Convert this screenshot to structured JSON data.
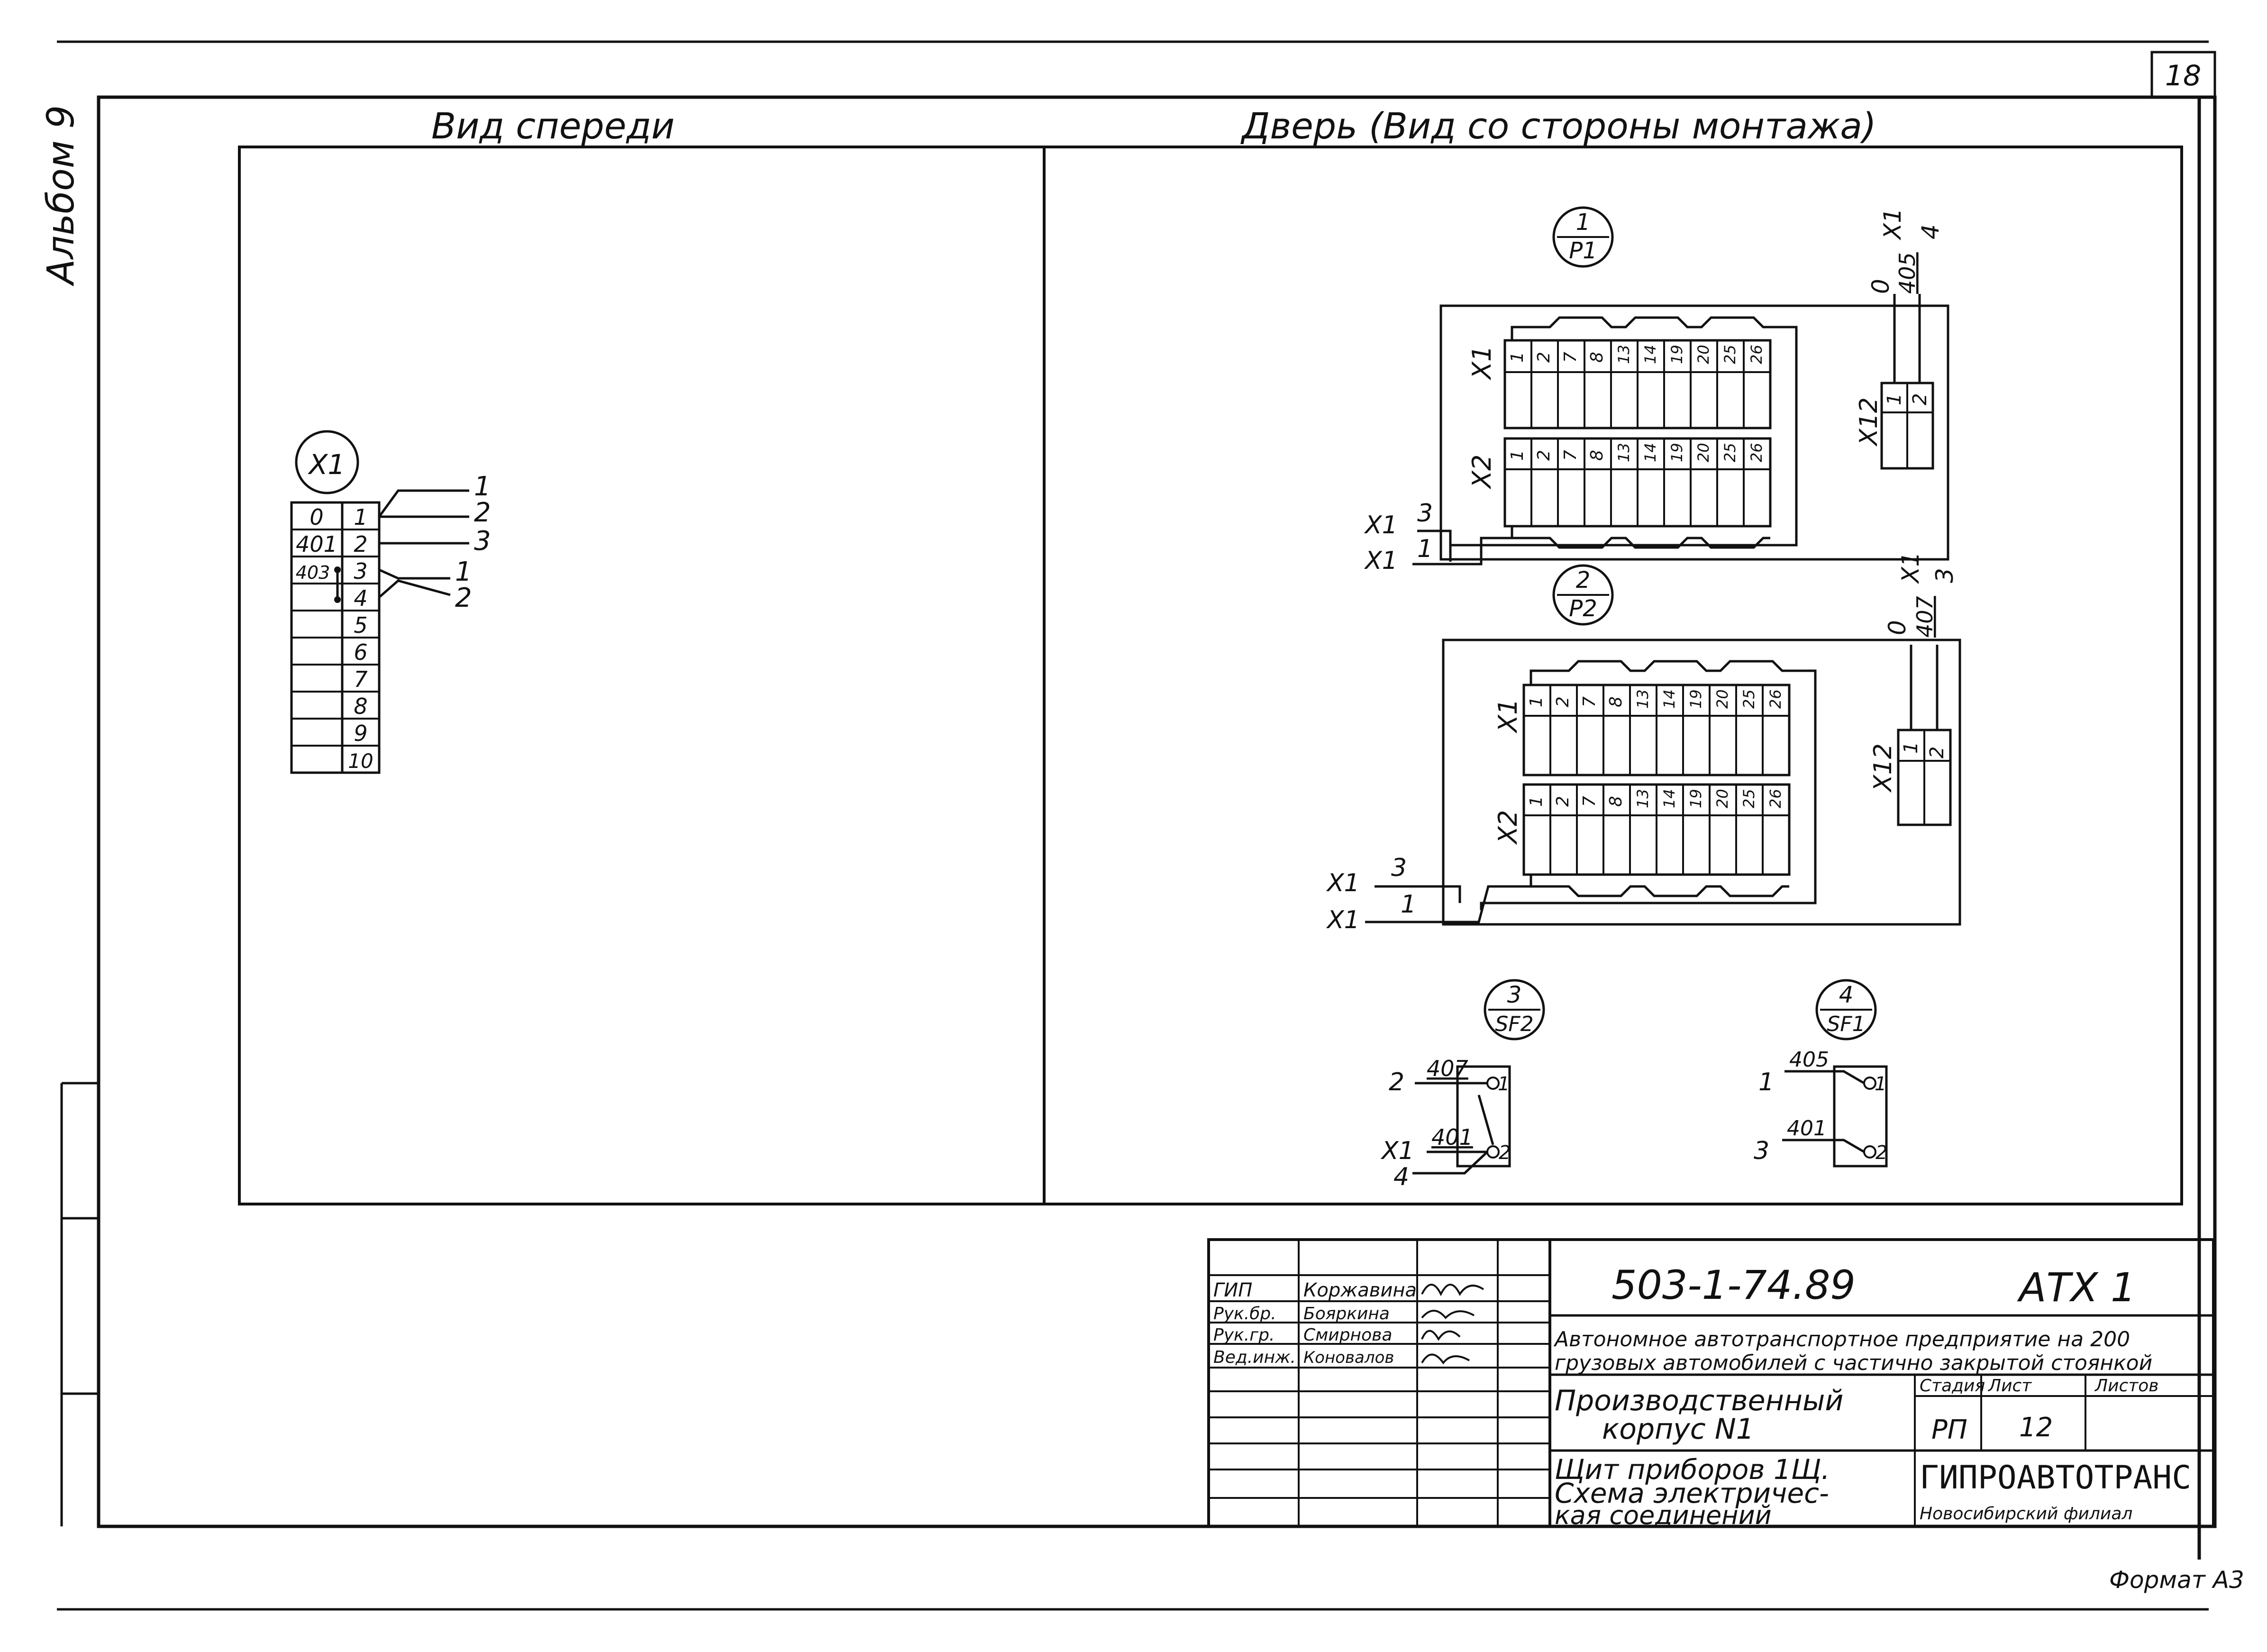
{
  "sheet_number": "18",
  "album": "Альбом 9",
  "view_front_title": "Вид спереди",
  "view_door_title": "Дверь (Вид со стороны монтажа)",
  "x1_block": {
    "tag": "X1",
    "rows": [
      {
        "left": "0",
        "num": "1"
      },
      {
        "left": "401",
        "num": "2"
      },
      {
        "left": "403",
        "num": "3"
      },
      {
        "left": "",
        "num": "4"
      },
      {
        "left": "",
        "num": "5"
      },
      {
        "left": "",
        "num": "6"
      },
      {
        "left": "",
        "num": "7"
      },
      {
        "left": "",
        "num": "8"
      },
      {
        "left": "",
        "num": "9"
      },
      {
        "left": "",
        "num": "10"
      }
    ],
    "leads": [
      "1",
      "2",
      "3",
      "1",
      "2"
    ]
  },
  "device1": {
    "circle_top": "1",
    "circle_bottom": "P1",
    "strip1": "X1",
    "strip2": "X2",
    "x1_cells": [
      "1",
      "2",
      "7",
      "8",
      "13",
      "14",
      "19",
      "20",
      "25",
      "26"
    ],
    "x2_cells": [
      "1",
      "2",
      "7",
      "8",
      "13",
      "14",
      "19",
      "20",
      "25",
      "26"
    ],
    "ext_top_prefix": "X1",
    "ext_top_num": "3",
    "ext_bot_prefix": "X1",
    "ext_bot_num": "1",
    "conn_tag": "X12",
    "conn_cells": [
      "1",
      "2"
    ],
    "conn_labels": [
      "0",
      "405",
      "X1",
      "4"
    ]
  },
  "device2": {
    "circle_top": "2",
    "circle_bottom": "P2",
    "strip1": "X1",
    "strip2": "X2",
    "x1_cells": [
      "1",
      "2",
      "7",
      "8",
      "13",
      "14",
      "19",
      "20",
      "25",
      "26"
    ],
    "x2_cells": [
      "1",
      "2",
      "7",
      "8",
      "13",
      "14",
      "19",
      "20",
      "25",
      "26"
    ],
    "ext_top_prefix": "X1",
    "ext_top_num": "3",
    "ext_bot_prefix": "X1",
    "ext_bot_num": "1",
    "conn_tag": "X12",
    "conn_cells": [
      "1",
      "2"
    ],
    "conn_labels": [
      "0",
      "407",
      "X1",
      "3"
    ]
  },
  "sf2": {
    "circle_top": "3",
    "circle_bottom": "SF2",
    "wire_top": "407",
    "lead_top": "2",
    "pin_top": "1",
    "wire_bot": "401",
    "lead_bot_prefix": "X1",
    "lead_bot2": "4",
    "pin_bot": "2"
  },
  "sf1": {
    "circle_top": "4",
    "circle_bottom": "SF1",
    "wire_top": "405",
    "lead_top": "1",
    "pin_top": "1",
    "wire_bot": "401",
    "lead_bot": "3",
    "pin_bot": "2"
  },
  "title_block": {
    "code": "503-1-74.89",
    "mark": "АТХ 1",
    "signers": [
      {
        "role": "ГИП",
        "name": "Коржавина"
      },
      {
        "role": "Рук.бр.",
        "name": "Бояркина"
      },
      {
        "role": "Рук.гр.",
        "name": "Смирнова"
      },
      {
        "role": "Вед.инж.",
        "name": "Коновалов"
      }
    ],
    "project_line1": "Автономное автотранспортное предприятие на 200",
    "project_line2": "грузовых автомобилей с частично закрытой стоянкой",
    "object_line1": "Производственный",
    "object_line2": "корпус N1",
    "stage_hdr": "Стадия",
    "sheet_hdr": "Лист",
    "sheets_hdr": "Листов",
    "stage": "РП",
    "sheet": "12",
    "sheets": "",
    "drawing_line1": "Щит приборов 1Щ.",
    "drawing_line2": "Схема электричес-",
    "drawing_line3": "кая соединений",
    "org": "ГИПРОАВТОТРАНС",
    "org_branch": "Новосибирский филиал"
  },
  "format": "Формат А3"
}
